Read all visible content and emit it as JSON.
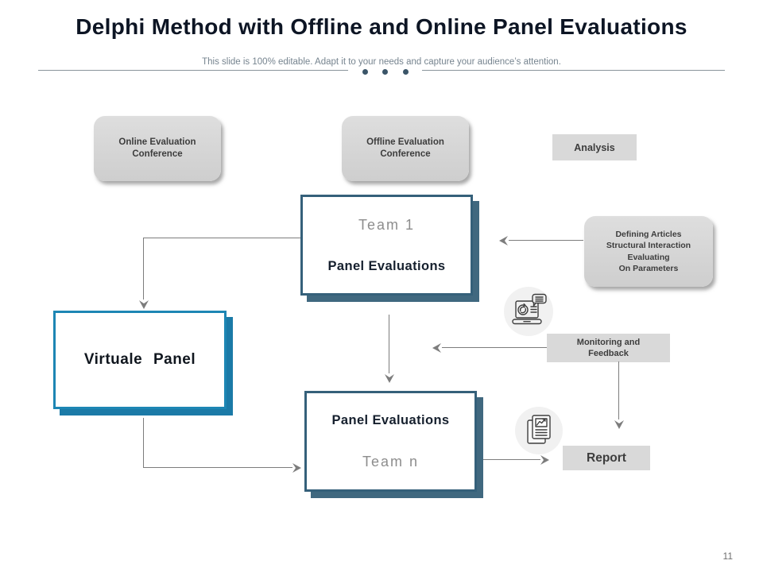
{
  "slide": {
    "title": "Delphi Method with Offline and Online Panel Evaluations",
    "subtitle": "This slide is 100% editable. Adapt it to your needs and capture your audience’s attention.",
    "page_number": "11"
  },
  "nodes": {
    "online_conference": {
      "label": "Online Evaluation\nConference"
    },
    "offline_conference": {
      "label": "Offline Evaluation\nConference"
    },
    "analysis": {
      "label": "Analysis"
    },
    "team_1": {
      "title": "Team 1",
      "subtitle": "Panel Evaluations"
    },
    "defining_articles": {
      "label": "Defining Articles\nStructural Interaction\nEvaluating\nOn Parameters"
    },
    "virtuale_panel": {
      "label": "Virtuale Panel"
    },
    "monitoring_feedback": {
      "label": "Monitoring and\nFeedback"
    },
    "team_n": {
      "title": "Panel Evaluations",
      "subtitle": "Team n"
    },
    "report": {
      "label": "Report"
    }
  },
  "icons": {
    "laptop_communication": "laptop-communication-icon",
    "report_document": "report-document-icon"
  },
  "colors": {
    "title_text": "#0d1524",
    "subtitle_text": "#76848f",
    "accent_teal_border": "#1d86b4",
    "slate_border": "#35607a",
    "slate_shadow": "#40687f",
    "gray_box": "#d6d6d6",
    "gray_box_text": "#3d3d3d",
    "arrow": "#7d7d7d",
    "dots": "#3a5568"
  }
}
